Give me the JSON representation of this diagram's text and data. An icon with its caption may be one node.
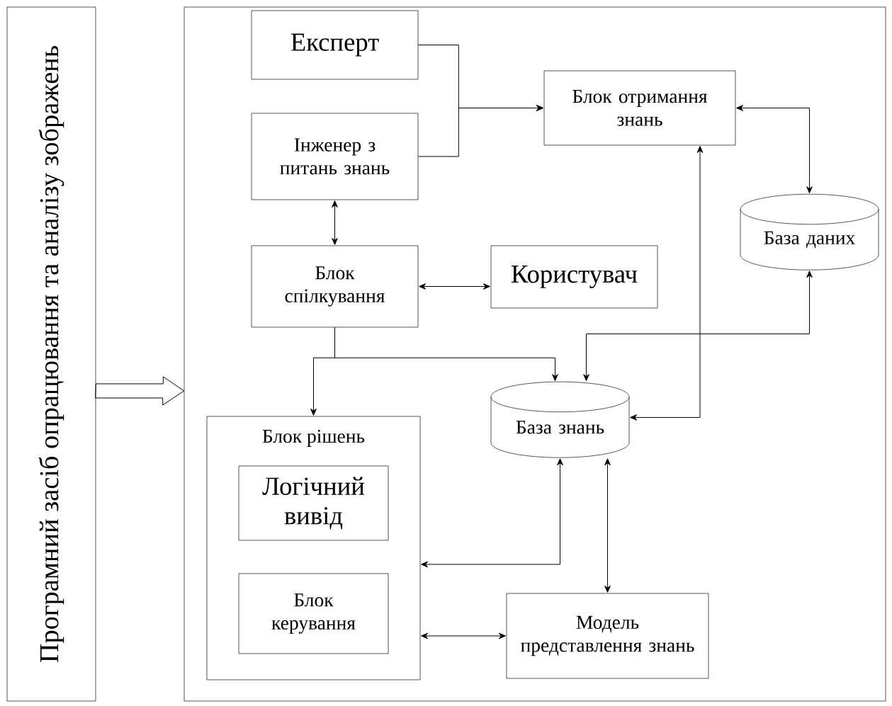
{
  "diagram": {
    "nodes": [
      {
        "text": [
          "Програмний засіб опрацювання та аналізу зображень"
        ]
      },
      {
        "text": [],
        "shape": "box"
      },
      {
        "text": [
          "Експерт"
        ],
        "in": 1
      },
      {
        "text": [
          "Блок отримання знань"
        ],
        "in": 1
      },
      {
        "text": [
          "Інженер з питань знань"
        ],
        "in": 1
      },
      {
        "text": [
          "База даних"
        ],
        "in": 1
      },
      {
        "text": [
          "Блок спілкування"
        ],
        "in": 1
      },
      {
        "text": [
          "Користувач"
        ],
        "in": 1
      },
      {
        "text": [
          "База знань"
        ],
        "in": 1
      },
      {
        "text": [
          "Блок рішень"
        ],
        "in": 1
      },
      {
        "text": [
          "Логічний вивід"
        ],
        "in": 9
      },
      {
        "text": [
          "Блок керування"
        ],
        "in": 9
      },
      {
        "text": [
          "Модель представлення знань"
        ],
        "in": 1
      }
    ],
    "edges": [
      {
        "from": 2,
        "to": 3,
        "arrow": "to"
      },
      {
        "from": 4,
        "to": 3,
        "arrow": "to"
      },
      {
        "from": 3,
        "to": 5,
        "arrow": "both"
      },
      {
        "from": 4,
        "to": 6,
        "arrow": "both"
      },
      {
        "from": 6,
        "to": 7,
        "arrow": "both"
      },
      {
        "from": 6,
        "to": 9,
        "arrow": "to"
      },
      {
        "from": 6,
        "to": 8,
        "arrow": "to"
      },
      {
        "from": 5,
        "to": 8,
        "arrow": "both"
      },
      {
        "from": 3,
        "to": 8,
        "arrow": "both"
      },
      {
        "from": 8,
        "to": 9,
        "arrow": "both"
      },
      {
        "from": 8,
        "to": 12,
        "arrow": "both"
      },
      {
        "from": 9,
        "to": 12,
        "arrow": "both"
      },
      {
        "from": 0,
        "to": 1,
        "arrow": "to",
        "style": "thick"
      }
    ]
  }
}
